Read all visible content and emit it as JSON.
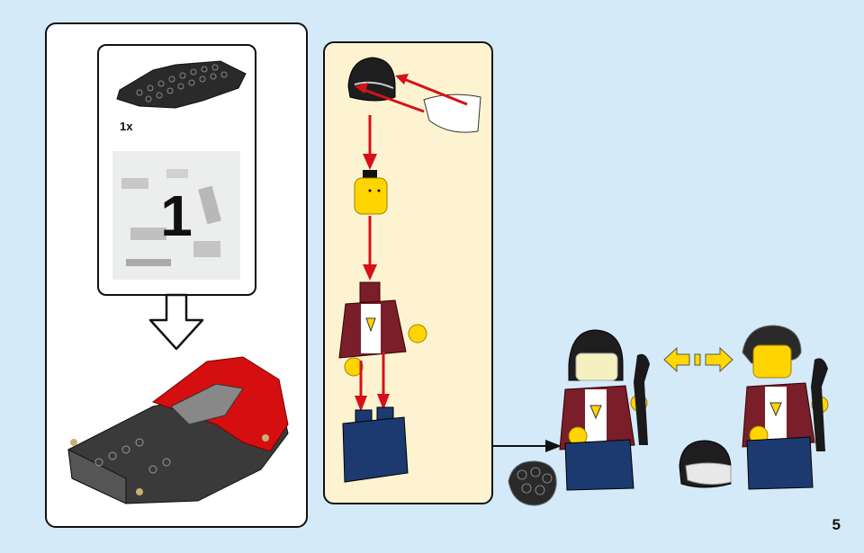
{
  "page": {
    "number": "5",
    "background": "#d4eaf9"
  },
  "bag_step": {
    "part_quantity": "1x",
    "part_name": "black vehicle base plate",
    "bag_number": "1",
    "result": "partially built red car chassis"
  },
  "minifig_step": {
    "panel_color": "#fdf3d0",
    "parts": [
      "black helmet",
      "transparent visor",
      "yellow head",
      "dark red jacket torso",
      "dark blue legs"
    ],
    "arrow_color": "#d6101a"
  },
  "result": {
    "figures": [
      {
        "label": "minifig with helmet and wrench"
      },
      {
        "label": "minifig with curly hair and wrench"
      }
    ],
    "swap_arrow_color": "#ffd800",
    "loose_items": [
      "curly black hair piece",
      "black helmet with visor"
    ]
  }
}
